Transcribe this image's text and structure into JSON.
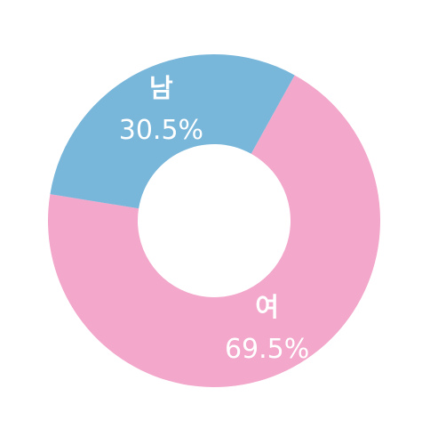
{
  "chart_data": {
    "type": "pie",
    "variant": "donut",
    "slices": [
      {
        "label": "여",
        "value": 69.5,
        "value_label": "69.5%",
        "color": "#F2A7CB"
      },
      {
        "label": "남",
        "value": 30.5,
        "value_label": "30.5%",
        "color": "#78B6DA"
      }
    ],
    "legend": "none",
    "labels_on_slices": true
  }
}
